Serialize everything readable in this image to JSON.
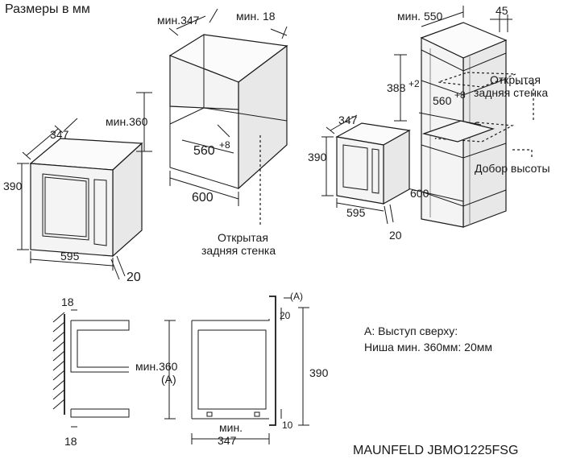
{
  "header": {
    "title": "Размеры в мм"
  },
  "model": "MAUNFELD JBMO1225FSG",
  "microwave_left": {
    "depth": "347",
    "height": "390",
    "width": "595",
    "front": "20"
  },
  "cabinet_top": {
    "min_depth": "мин.347",
    "min_gap": "мин. 18",
    "niche_height": "мин.360",
    "niche_width": "560",
    "niche_width_tol": "+8",
    "outer_width": "600",
    "open_back_line1": "Открытая",
    "open_back_line2": "задняя стенка"
  },
  "tall_cabinet": {
    "min_depth": "мин. 550",
    "side": "45",
    "niche_height": "388",
    "niche_height_tol": "+2",
    "niche_width": "560",
    "niche_width_tol": "+8",
    "open_back_line1": "Открытая",
    "open_back_line2": "задняя стенка",
    "height_filler": "Добор высоты",
    "outer_width": "600"
  },
  "microwave_right": {
    "depth": "347",
    "height": "390",
    "width": "595",
    "front": "20"
  },
  "section_left": {
    "top_thickness": "18",
    "bottom_thickness": "18"
  },
  "section_center": {
    "min_label": "мин.360",
    "a_label": "(А)",
    "a_top_label": "(А)",
    "top_gap": "20",
    "height": "390",
    "bottom_gap": "10",
    "depth_min": "мин.",
    "depth": "347"
  },
  "note": {
    "line1": "А: Выступ сверху:",
    "line2": "Ниша мин. 360мм: 20мм"
  },
  "colors": {
    "line": "#1a1a1a",
    "fill_light": "#f4f4f4",
    "fill_side": "#e8e8e8"
  }
}
